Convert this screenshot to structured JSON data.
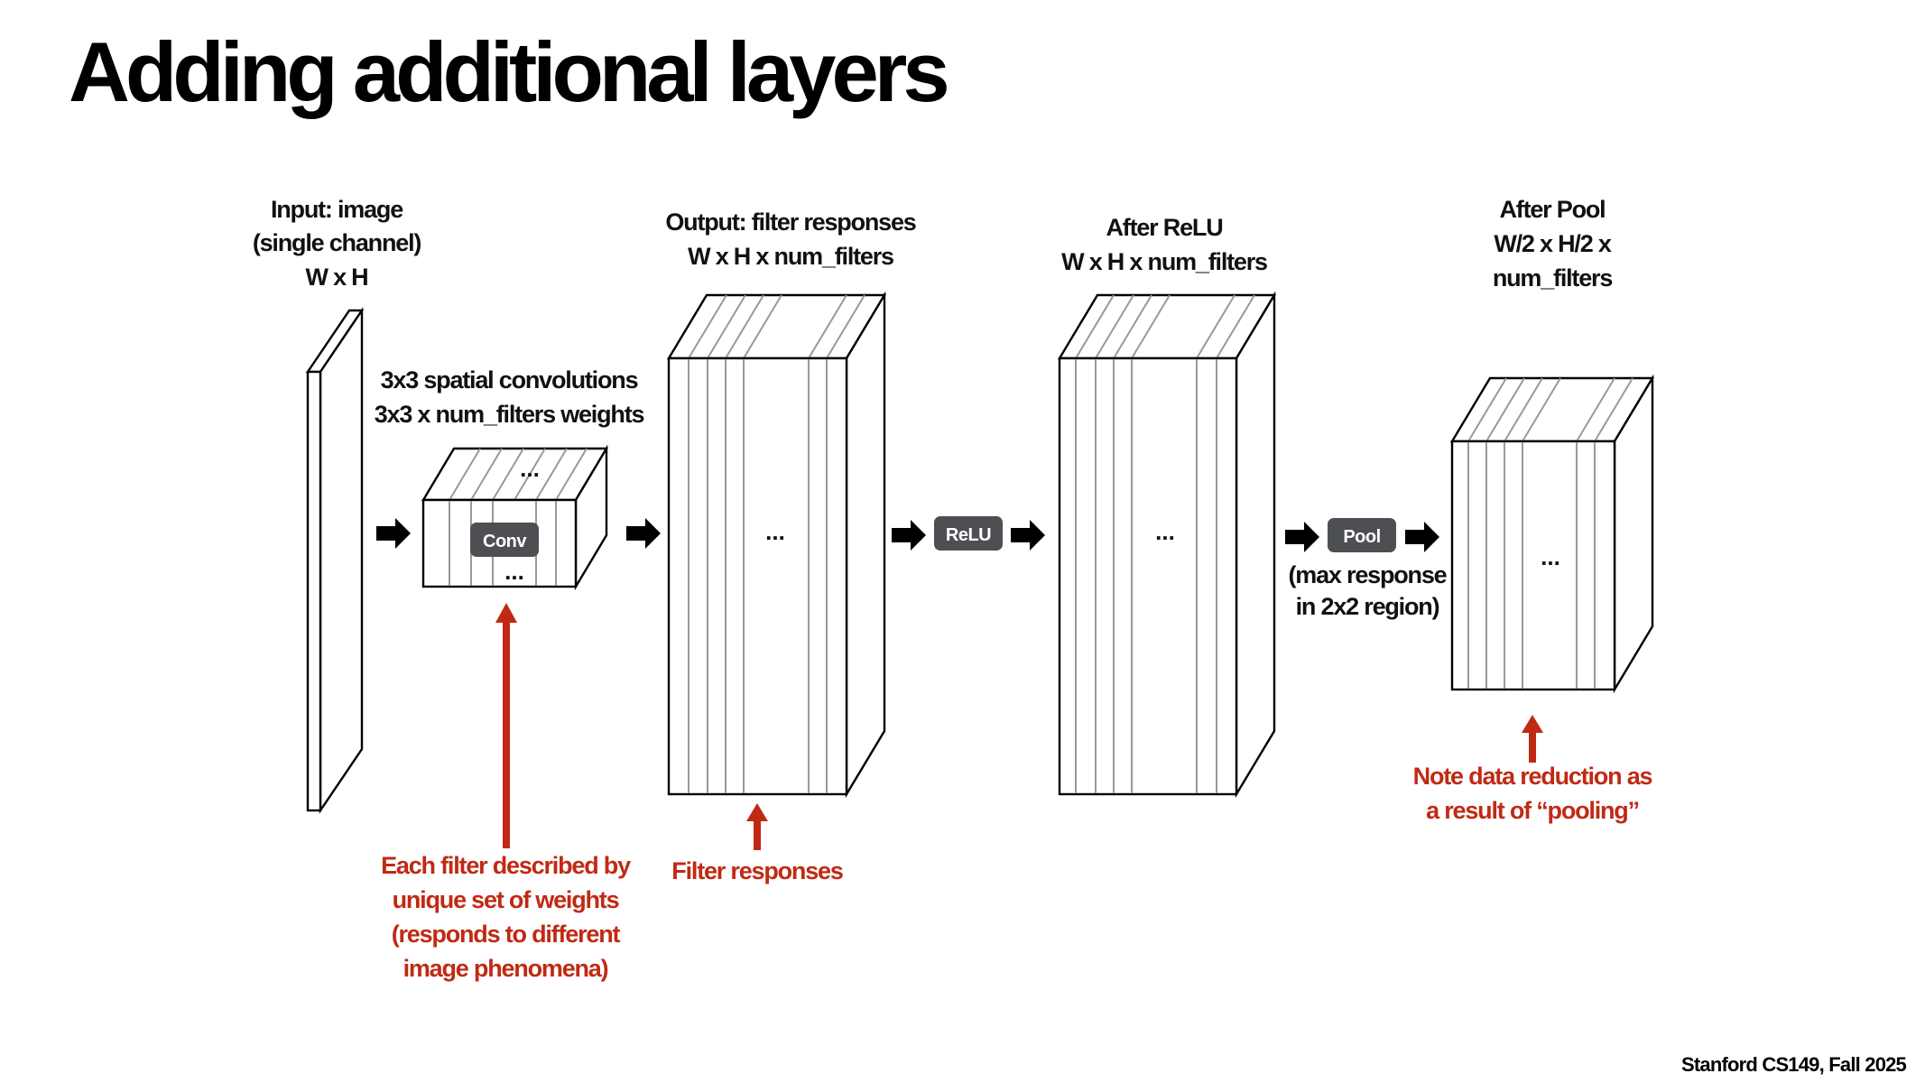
{
  "title": "Adding additional layers",
  "footer": "Stanford CS149, Fall 2025",
  "labels": {
    "input": [
      "Input: image",
      "(single channel)",
      "W x H"
    ],
    "conv": [
      "3x3 spatial convolutions",
      "3x3 x num_filters weights"
    ],
    "output": [
      "Output: filter responses",
      "W x H x num_filters"
    ],
    "relu_out": [
      "After ReLU",
      "W x H x num_filters"
    ],
    "pool_out": [
      "After Pool",
      "W/2 x H/2 x",
      "num_filters"
    ],
    "pool_note": [
      "(max response",
      "in 2x2 region)"
    ]
  },
  "ops": {
    "conv": "Conv",
    "relu": "ReLU",
    "pool": "Pool"
  },
  "ellipsis": "...",
  "annotations": {
    "filter_weights": [
      "Each filter described by",
      "unique set of weights",
      "(responds to different",
      "image phenomena)"
    ],
    "filter_responses": "Filter responses",
    "data_reduction": [
      "Note data reduction as",
      "a result of “pooling”"
    ]
  },
  "colors": {
    "annotation": "#c02a14",
    "op_pill": "#4d4f53"
  }
}
